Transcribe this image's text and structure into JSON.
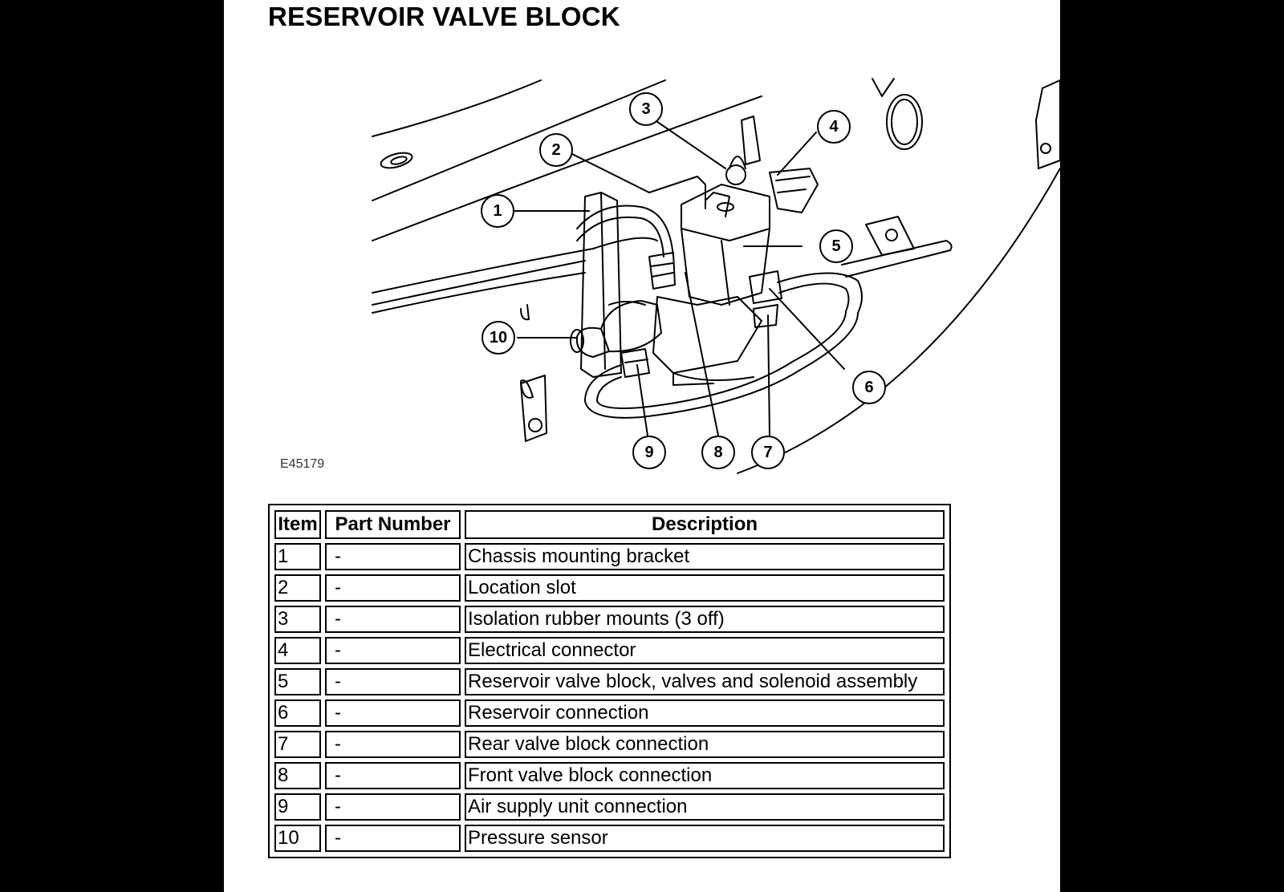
{
  "document": {
    "title": "RESERVOIR VALVE BLOCK",
    "figure": {
      "id": "E45179",
      "callouts": [
        "1",
        "2",
        "3",
        "4",
        "5",
        "6",
        "7",
        "8",
        "9",
        "10"
      ]
    },
    "table": {
      "headers": [
        "Item",
        "Part Number",
        "Description"
      ],
      "rows": [
        {
          "item": "1",
          "part_number": "-",
          "description": "Chassis mounting bracket"
        },
        {
          "item": "2",
          "part_number": "-",
          "description": "Location slot"
        },
        {
          "item": "3",
          "part_number": "-",
          "description": "Isolation rubber mounts (3 off)"
        },
        {
          "item": "4",
          "part_number": "-",
          "description": "Electrical connector"
        },
        {
          "item": "5",
          "part_number": "-",
          "description": "Reservoir valve block, valves and solenoid assembly"
        },
        {
          "item": "6",
          "part_number": "-",
          "description": "Reservoir connection"
        },
        {
          "item": "7",
          "part_number": "-",
          "description": "Rear valve block connection"
        },
        {
          "item": "8",
          "part_number": "-",
          "description": "Front valve block connection"
        },
        {
          "item": "9",
          "part_number": "-",
          "description": "Air supply unit connection"
        },
        {
          "item": "10",
          "part_number": "-",
          "description": "Pressure sensor"
        }
      ]
    }
  }
}
